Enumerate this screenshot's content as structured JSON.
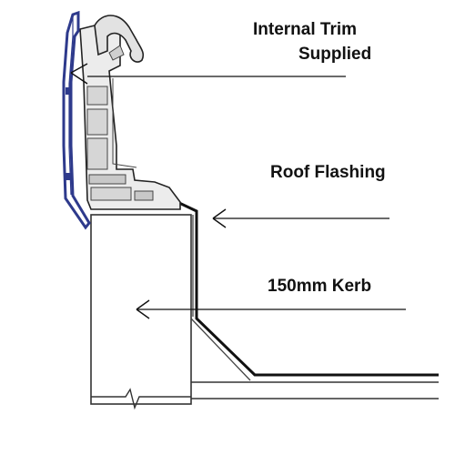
{
  "labels": {
    "internal_trim_line1": "Internal Trim",
    "internal_trim_line2": "Supplied",
    "roof_flashing": "Roof Flashing",
    "kerb": "150mm Kerb"
  },
  "colors": {
    "outline": "#111111",
    "trim_blue": "#2e3a8c",
    "frame_grey": "#c8c8c8",
    "frame_light": "#ececec",
    "kerb_fill": "#ffffff",
    "background": "#ffffff"
  }
}
